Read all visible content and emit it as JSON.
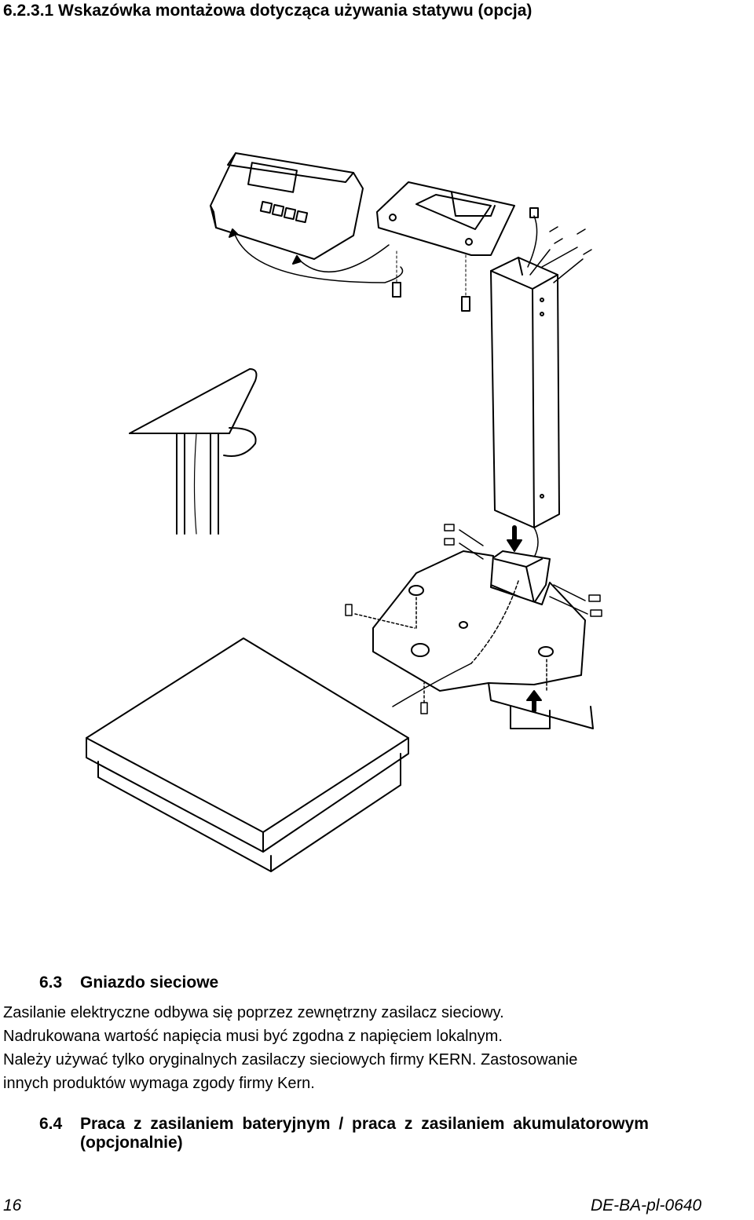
{
  "section_heading": "6.2.3.1  Wskazówka montażowa dotycząca używania statywu (opcja)",
  "section_63": {
    "number": "6.3",
    "title": "Gniazdo sieciowe",
    "paragraph_lines": [
      "Zasilanie elektryczne odbywa się poprzez zewnętrzny zasilacz sieciowy.",
      "Nadrukowana wartość napięcia musi być zgodna z napięciem lokalnym.",
      "Należy używać tylko oryginalnych zasilaczy sieciowych firmy KERN. Zastosowanie",
      "innych produktów wymaga zgody firmy Kern."
    ]
  },
  "section_64": {
    "number": "6.4",
    "title_line1": "Praca z zasilaniem bateryjnym / praca z zasilaniem akumulatorowym",
    "title_line2": "(opcjonalnie)"
  },
  "footer": {
    "page_number": "16",
    "doc_code": "DE-BA-pl-0640"
  }
}
